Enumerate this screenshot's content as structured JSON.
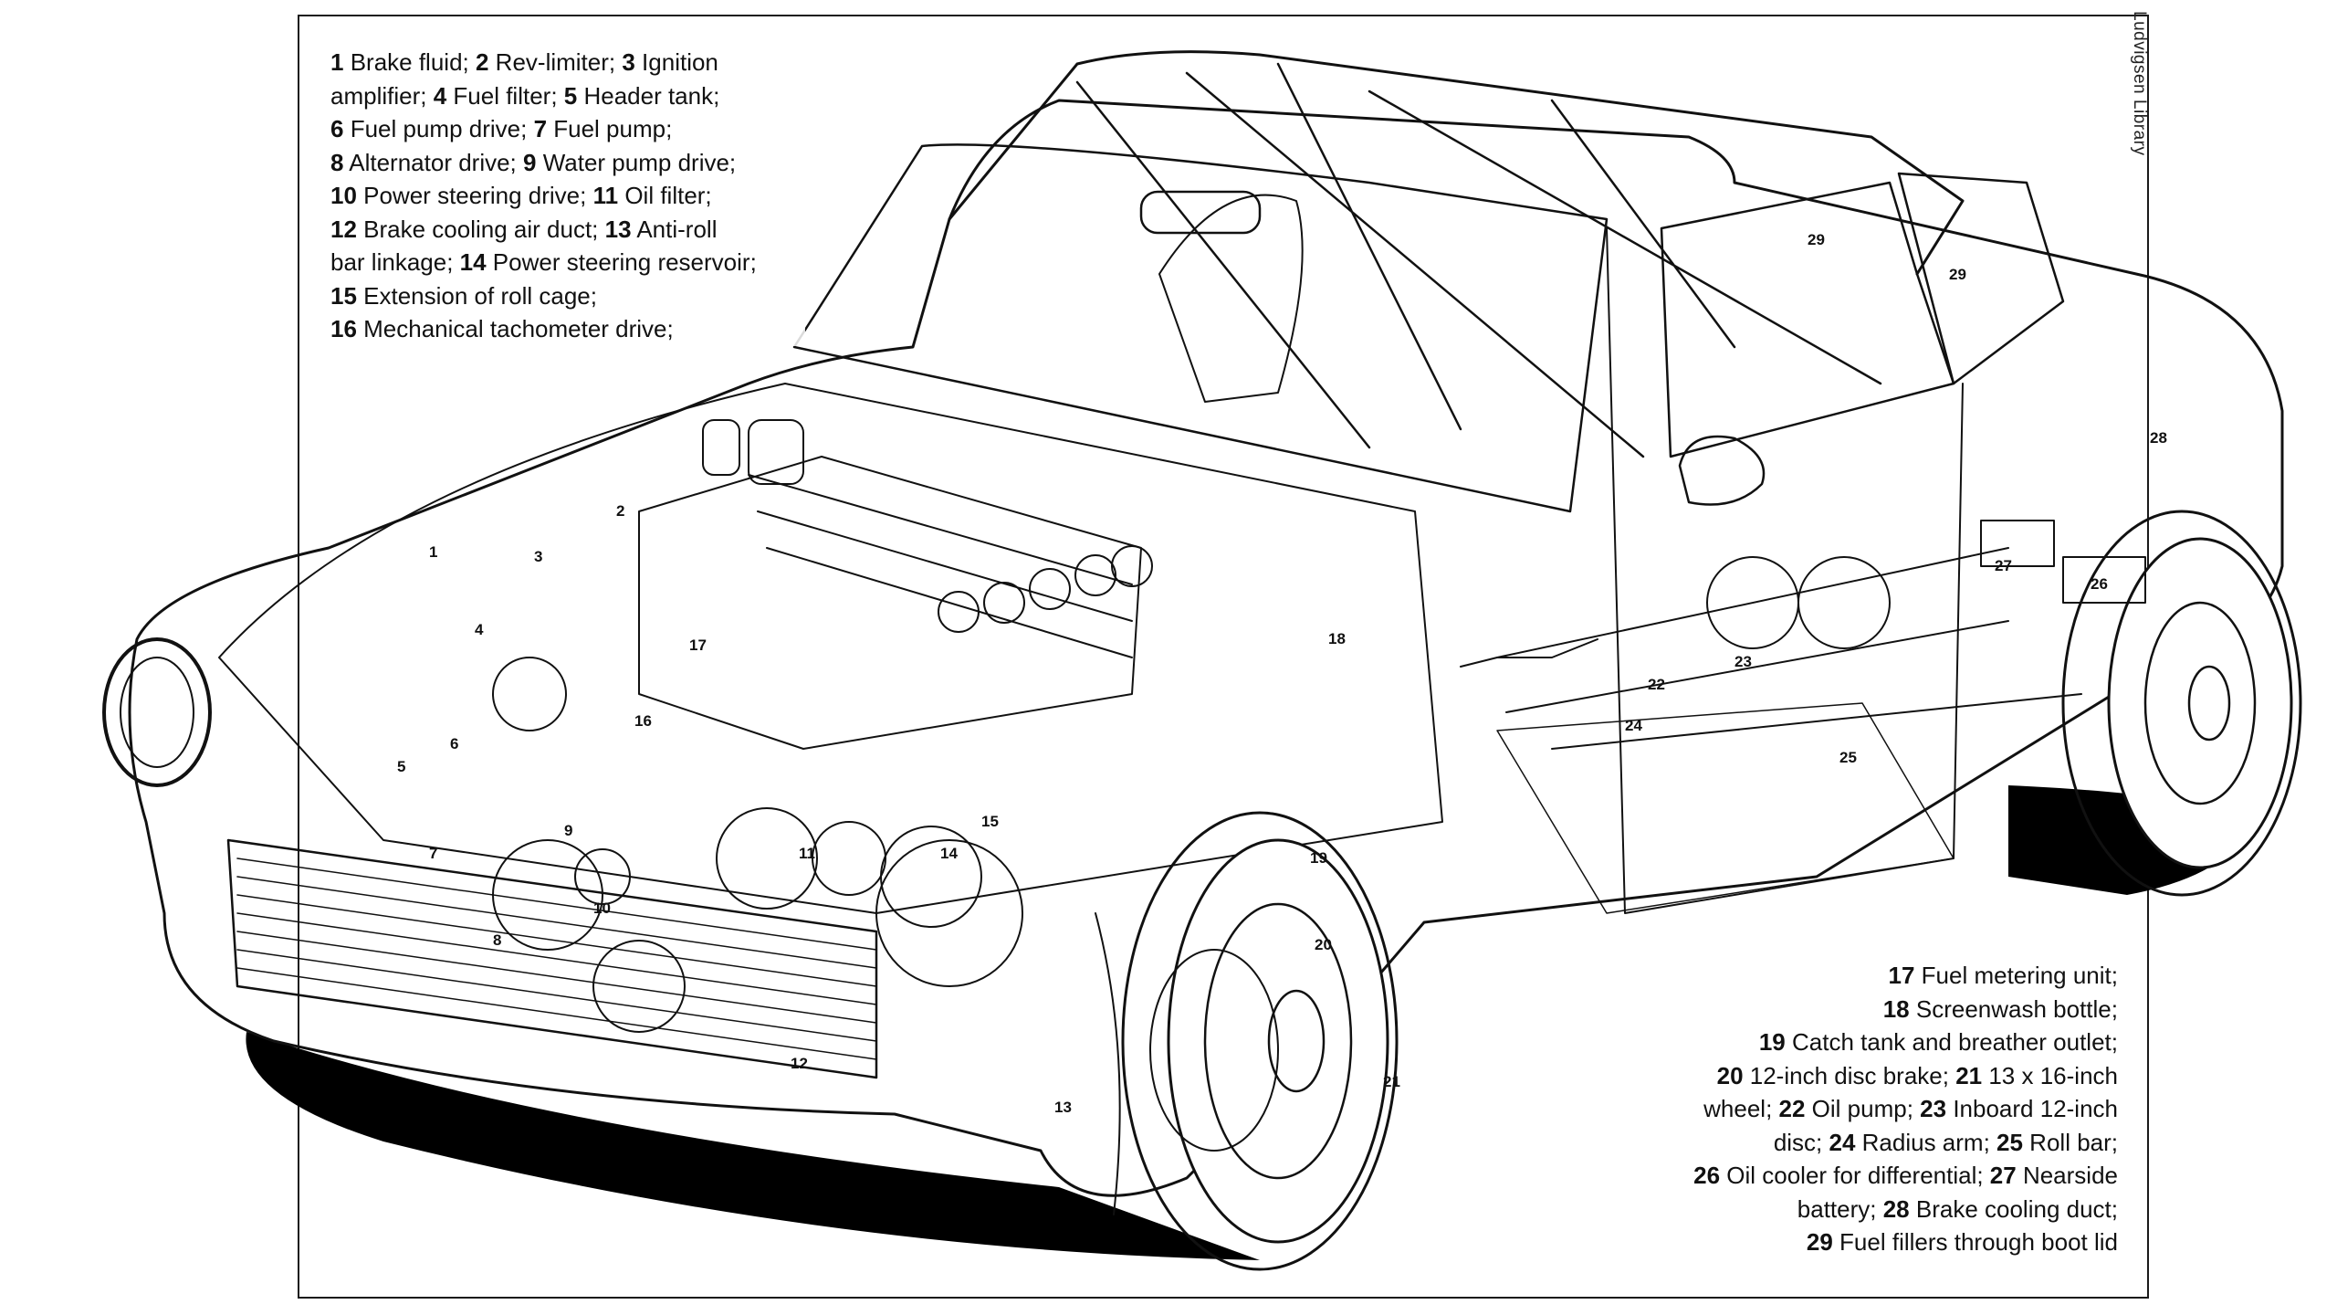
{
  "credit": "Ludvigsen Library",
  "legend_top": [
    [
      {
        "n": "1",
        "t": " Brake fluid; "
      },
      {
        "n": "2",
        "t": " Rev-limiter; "
      },
      {
        "n": "3",
        "t": " Ignition"
      }
    ],
    [
      {
        "n": "",
        "t": "amplifier; "
      },
      {
        "n": "4",
        "t": " Fuel filter; "
      },
      {
        "n": "5",
        "t": " Header tank;"
      }
    ],
    [
      {
        "n": "6",
        "t": " Fuel pump drive; "
      },
      {
        "n": "7",
        "t": " Fuel pump;"
      }
    ],
    [
      {
        "n": "8",
        "t": " Alternator drive; "
      },
      {
        "n": "9",
        "t": " Water pump drive;"
      }
    ],
    [
      {
        "n": "10",
        "t": " Power steering drive; "
      },
      {
        "n": "11",
        "t": " Oil filter;"
      }
    ],
    [
      {
        "n": "12",
        "t": " Brake cooling air duct; "
      },
      {
        "n": "13",
        "t": " Anti-roll"
      }
    ],
    [
      {
        "n": "",
        "t": "bar linkage; "
      },
      {
        "n": "14",
        "t": " Power steering reservoir;"
      }
    ],
    [
      {
        "n": "15",
        "t": " Extension of roll cage;"
      }
    ],
    [
      {
        "n": "16",
        "t": " Mechanical tachometer drive;"
      }
    ]
  ],
  "legend_bottom": [
    [
      {
        "n": "17",
        "t": " Fuel metering unit;"
      }
    ],
    [
      {
        "n": "18",
        "t": " Screenwash bottle;"
      }
    ],
    [
      {
        "n": "19",
        "t": " Catch tank and breather outlet;"
      }
    ],
    [
      {
        "n": "20",
        "t": " 12-inch disc brake; "
      },
      {
        "n": "21",
        "t": " 13 x 16-inch"
      }
    ],
    [
      {
        "n": "",
        "t": "wheel; "
      },
      {
        "n": "22",
        "t": " Oil pump; "
      },
      {
        "n": "23",
        "t": " Inboard 12-inch"
      }
    ],
    [
      {
        "n": "",
        "t": "disc; "
      },
      {
        "n": "24",
        "t": " Radius arm; "
      },
      {
        "n": "25",
        "t": " Roll bar;"
      }
    ],
    [
      {
        "n": "26",
        "t": " Oil cooler for differential; "
      },
      {
        "n": "27",
        "t": " Nearside"
      }
    ],
    [
      {
        "n": "",
        "t": "battery; "
      },
      {
        "n": "28",
        "t": " Brake cooling duct;"
      }
    ],
    [
      {
        "n": "29",
        "t": " Fuel fillers through boot lid"
      }
    ]
  ],
  "callouts": [
    "1",
    "2",
    "3",
    "4",
    "5",
    "6",
    "7",
    "8",
    "9",
    "10",
    "11",
    "12",
    "13",
    "14",
    "15",
    "16",
    "17",
    "18",
    "19",
    "20",
    "21",
    "22",
    "23",
    "24",
    "25",
    "26",
    "27",
    "28",
    "29",
    "29"
  ],
  "colors": {
    "ink": "#111111",
    "paper": "#ffffff",
    "shadow": "#000000"
  }
}
